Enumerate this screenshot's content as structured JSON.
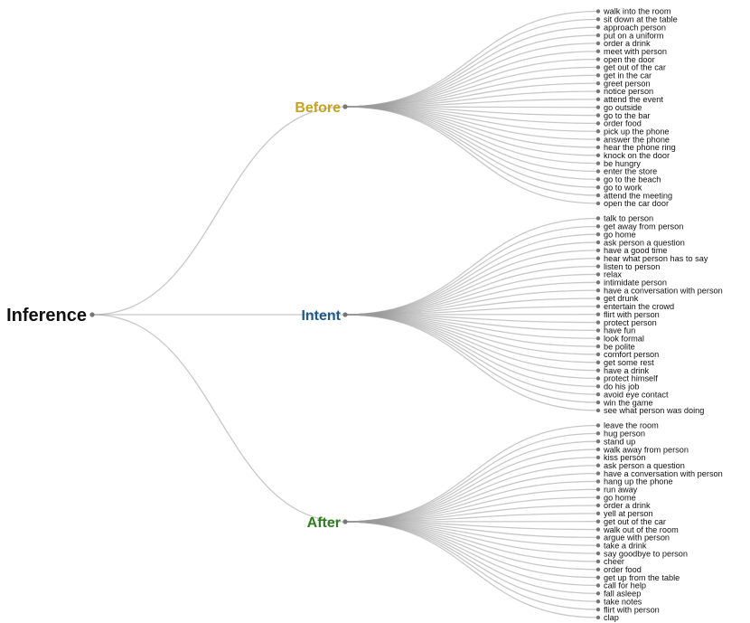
{
  "root": {
    "label": "Inference",
    "color": "#111111"
  },
  "branches": [
    {
      "label": "Before",
      "color": "#c8a21e",
      "leaves": [
        "walk into the room",
        "sit down at the table",
        "approach person",
        "put on a uniform",
        "order a drink",
        "meet with person",
        "open the door",
        "get out of the car",
        "get in the car",
        "greet person",
        "notice person",
        "attend the event",
        "go outside",
        "go to the bar",
        "order food",
        "pick up the phone",
        "answer the phone",
        "hear the phone ring",
        "knock on the door",
        "be hungry",
        "enter the store",
        "go to the beach",
        "go to work",
        "attend the meeting",
        "open the car door"
      ]
    },
    {
      "label": "Intent",
      "color": "#1f5a8a",
      "leaves": [
        "talk to person",
        "get away from person",
        "go home",
        "ask person a question",
        "have a good time",
        "hear what person has to say",
        "listen to person",
        "relax",
        "intimidate person",
        "have a conversation with person",
        "get drunk",
        "entertain the crowd",
        "flirt with person",
        "protect person",
        "have fun",
        "look formal",
        "be polite",
        "comfort person",
        "get some rest",
        "have a drink",
        "protect himself",
        "do his job",
        "avoid eye contact",
        "win the game",
        "see what person was doing"
      ]
    },
    {
      "label": "After",
      "color": "#2e7d1e",
      "leaves": [
        "leave the room",
        "hug person",
        "stand up",
        "walk away from person",
        "kiss person",
        "ask person a question",
        "have a conversation with person",
        "hang up the phone",
        "run away",
        "go home",
        "order a drink",
        "yell at person",
        "get out of the car",
        "walk out of the room",
        "argue with person",
        "take a drink",
        "say goodbye to person",
        "cheer",
        "order food",
        "get up from the table",
        "call for help",
        "fall asleep",
        "take notes",
        "flirt with person",
        "clap"
      ]
    }
  ]
}
